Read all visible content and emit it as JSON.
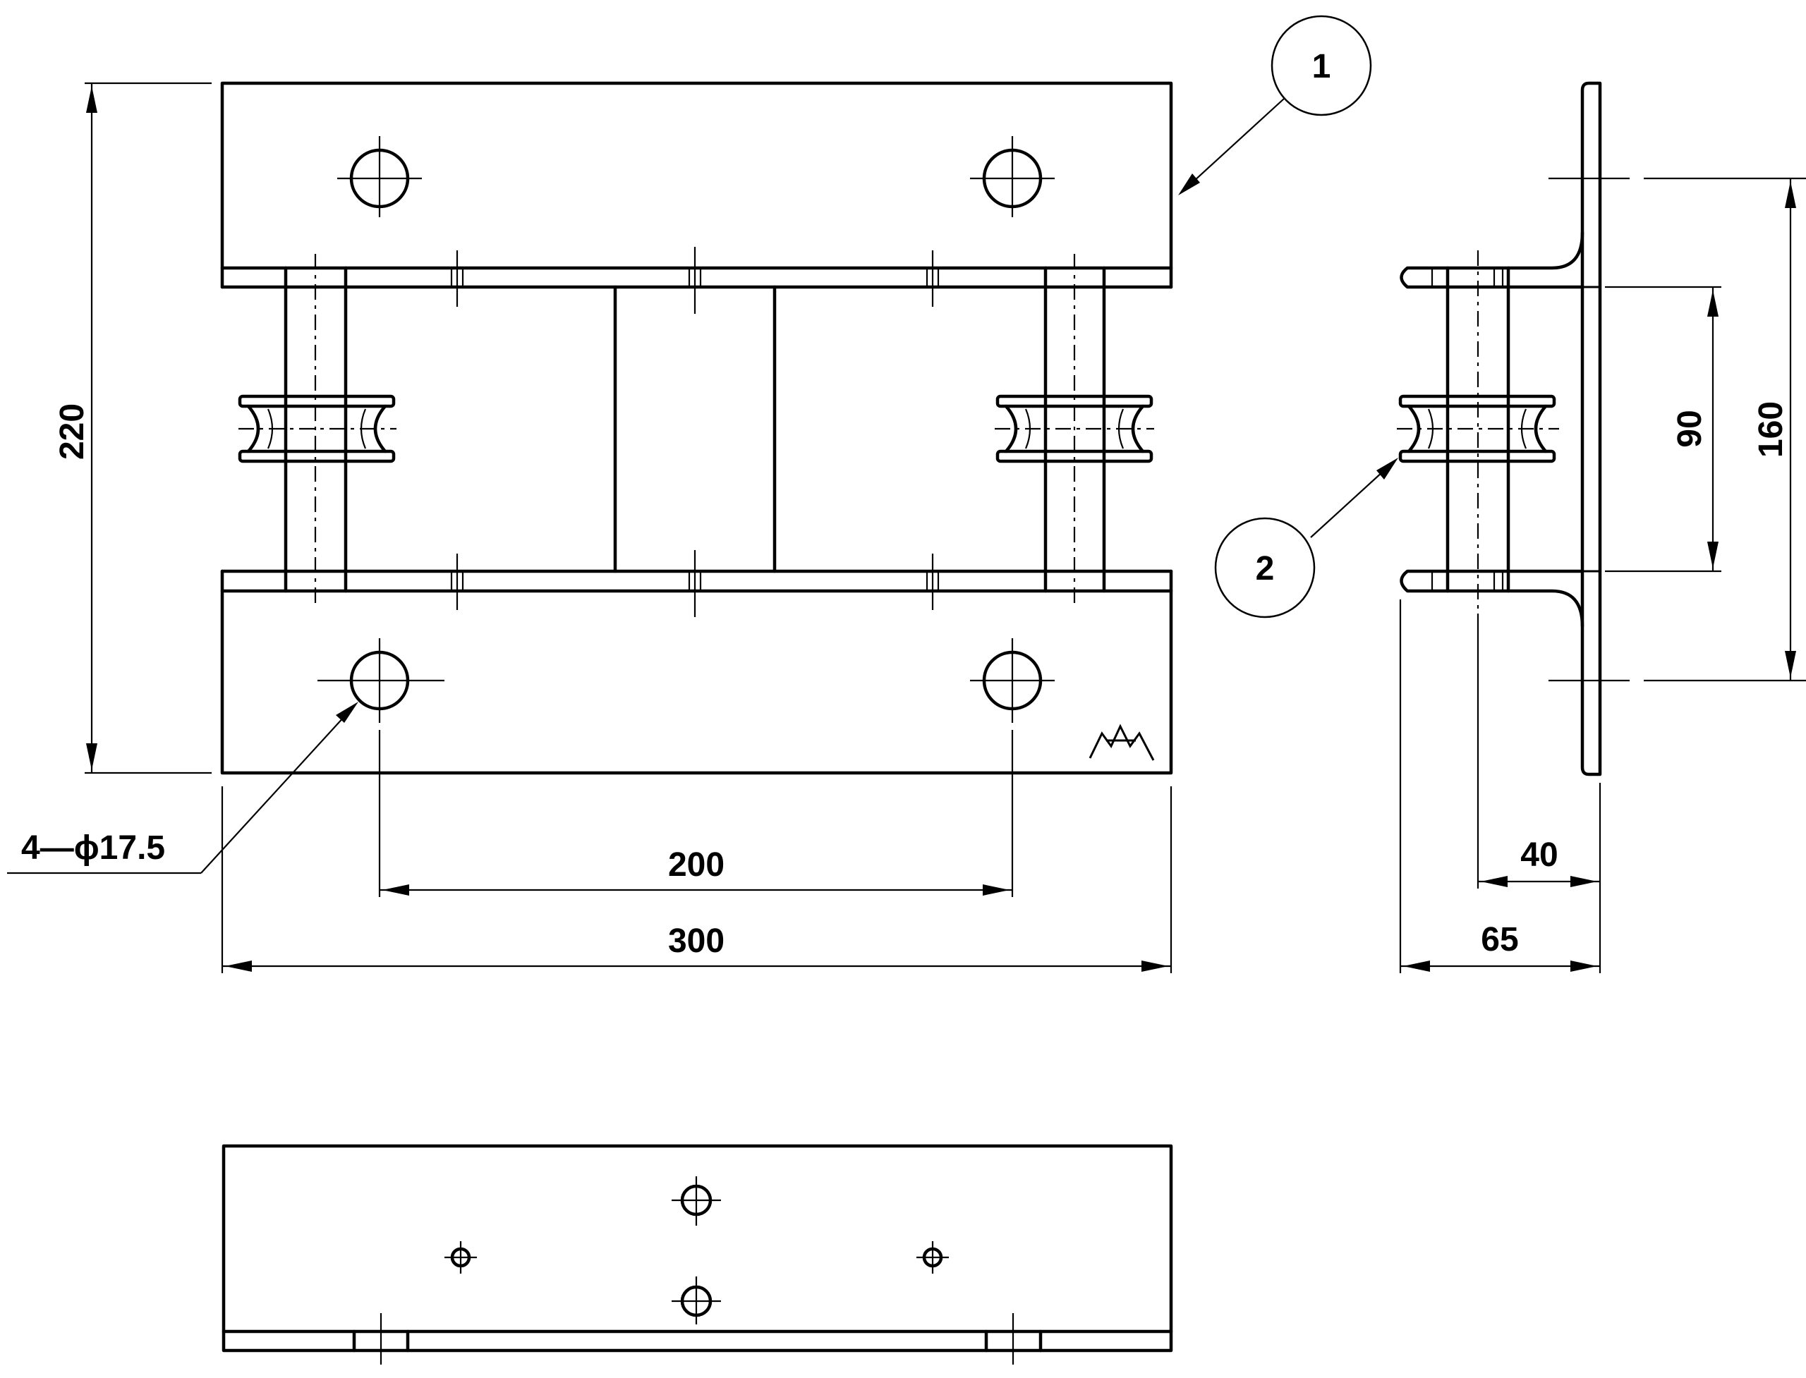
{
  "front_view": {
    "dim_height": "220",
    "dim_hole_spacing": "200",
    "dim_width": "300",
    "hole_callout": "4—ϕ17.5"
  },
  "side_view": {
    "dim_inner": "90",
    "dim_outer": "160",
    "dim_depth_small": "40",
    "dim_depth_large": "65"
  },
  "balloons": {
    "part_1": "1",
    "part_2": "2"
  }
}
